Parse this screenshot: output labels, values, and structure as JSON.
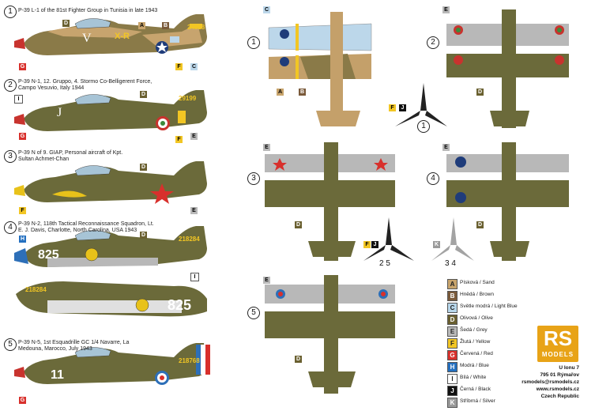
{
  "profiles": [
    {
      "num": "1",
      "caption": "P-39 L-1 of the 81st Fighter Group in Tunisia in late 1943",
      "code": "X-R",
      "serial": "24528",
      "letter": "V",
      "nose": "#c8332e"
    },
    {
      "num": "2",
      "caption": "P-39 N-1, 12. Gruppo, 4. Stormo Co-Belligerent Force, Campo Vesuvio, Italy 1944",
      "code": "J",
      "serial": "29199",
      "nose": "#c8332e"
    },
    {
      "num": "3",
      "caption": "P-39 N of 9. GIAP, Personal aircraft of Kpt. Sultan Achmet-Chan",
      "nose": "#e8c21a"
    },
    {
      "num": "4",
      "caption": "P-39 N-2, 118th Tactical Reconnaissance Squadron, Lt. E. J. Davis, Charlotte, North Carolina, USA 1943",
      "code": "825",
      "serial": "218284",
      "nose": "#2d6fb8"
    },
    {
      "num": "5",
      "caption": "P-39 N-5, 1st Esquadrille GC 1/4 Navarre, La Medouna, Marocco, July 1943",
      "code": "11",
      "serial": "218768",
      "nose": "#c8332e"
    }
  ],
  "color_tags": {
    "A": "A",
    "B": "B",
    "C": "C",
    "D": "D",
    "E": "E",
    "F": "F",
    "G": "G",
    "H": "H",
    "I": "I",
    "J": "J",
    "K": "K"
  },
  "plan_numbers": [
    "1",
    "2",
    "3",
    "4",
    "5"
  ],
  "prop_labels": {
    "p1": "1",
    "p25": "2 5",
    "p34": "3 4"
  },
  "legend": [
    {
      "key": "A",
      "label": "Písková / Sand",
      "color": "#c8a46c",
      "text": "#222"
    },
    {
      "key": "B",
      "label": "Hnědá / Brown",
      "color": "#7a5a3a",
      "text": "#fff"
    },
    {
      "key": "C",
      "label": "Světle modrá / Light Blue",
      "color": "#b7d6ea",
      "text": "#222"
    },
    {
      "key": "D",
      "label": "Olivová / Olive",
      "color": "#6a6030",
      "text": "#fff"
    },
    {
      "key": "E",
      "label": "Šedá / Grey",
      "color": "#b9b9b9",
      "text": "#222"
    },
    {
      "key": "F",
      "label": "Žlutá / Yellow",
      "color": "#f2c624",
      "text": "#222"
    },
    {
      "key": "G",
      "label": "Červená / Red",
      "color": "#d8302c",
      "text": "#fff"
    },
    {
      "key": "H",
      "label": "Modrá / Blue",
      "color": "#2470c0",
      "text": "#fff"
    },
    {
      "key": "I",
      "label": "Bílá / White",
      "color": "#ffffff",
      "text": "#222"
    },
    {
      "key": "J",
      "label": "Černá / Black",
      "color": "#111111",
      "text": "#fff"
    },
    {
      "key": "K",
      "label": "Stříbrná / Silver",
      "color": "#9a9a9a",
      "text": "#fff"
    }
  ],
  "brand": {
    "logo": "RS",
    "sub": "MODELS"
  },
  "address": [
    "U Ionu 7",
    "795 01 Rýmařov",
    "rsmodels@rsmodels.cz",
    "www.rsmodels.cz",
    "Czech Republic"
  ],
  "colors": {
    "olive": "#6b6a3a",
    "sand": "#c4a06a",
    "lightblue": "#bcd7ea",
    "grey": "#b8b8b8",
    "red": "#d8302c"
  }
}
